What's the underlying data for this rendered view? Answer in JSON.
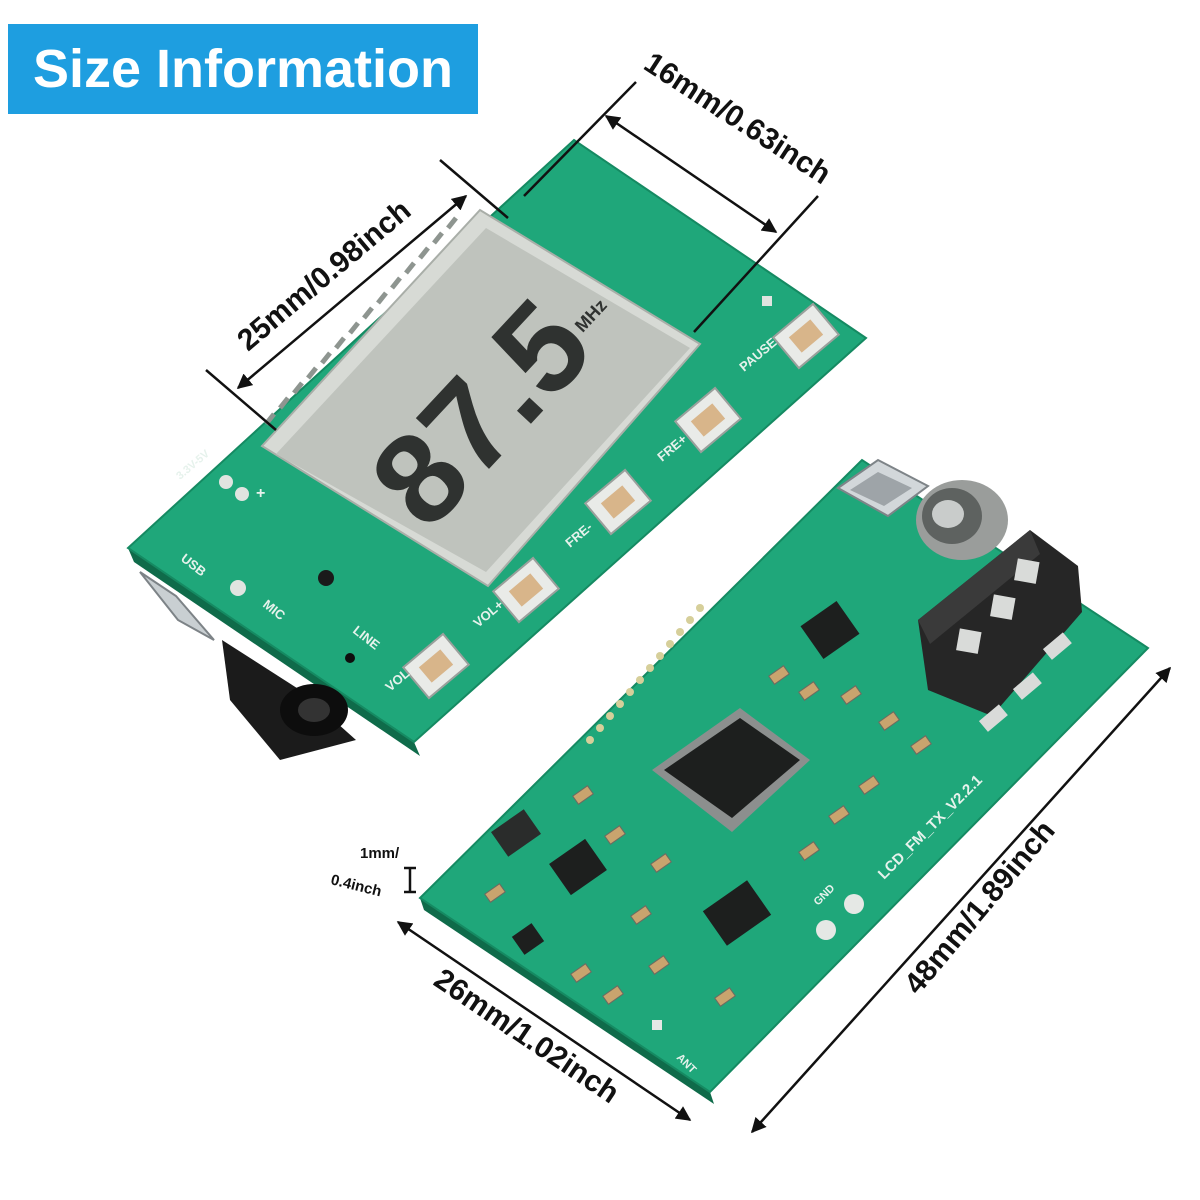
{
  "header": {
    "title": "Size Information"
  },
  "dimensions": {
    "lcd_width": "25mm/0.98inch",
    "lcd_depth": "16mm/0.63inch",
    "board_length": "48mm/1.89inch",
    "board_width": "26mm/1.02inch",
    "board_thickness_mm": "1mm/",
    "board_thickness_inch": "0.4inch"
  },
  "lcd": {
    "frequency": "87.5",
    "unit": "MHz"
  },
  "front_labels": {
    "pause": "PAUSE",
    "fre_plus": "FRE+",
    "fre_minus": "FRE-",
    "vol_plus": "VOL+",
    "vol_minus": "VOL-",
    "usb": "USB",
    "mic": "MIC",
    "line": "LINE",
    "pwr": "3.3V-5V",
    "plus": "+"
  },
  "back_labels": {
    "model": "LCD_FM_TX_V2.2.1",
    "ant": "ANT",
    "gnd": "GND"
  },
  "colors": {
    "banner": "#1e9ee0",
    "pcb": "#1fa77a",
    "lcd": "#bfc3bd",
    "arrow": "#111111"
  }
}
